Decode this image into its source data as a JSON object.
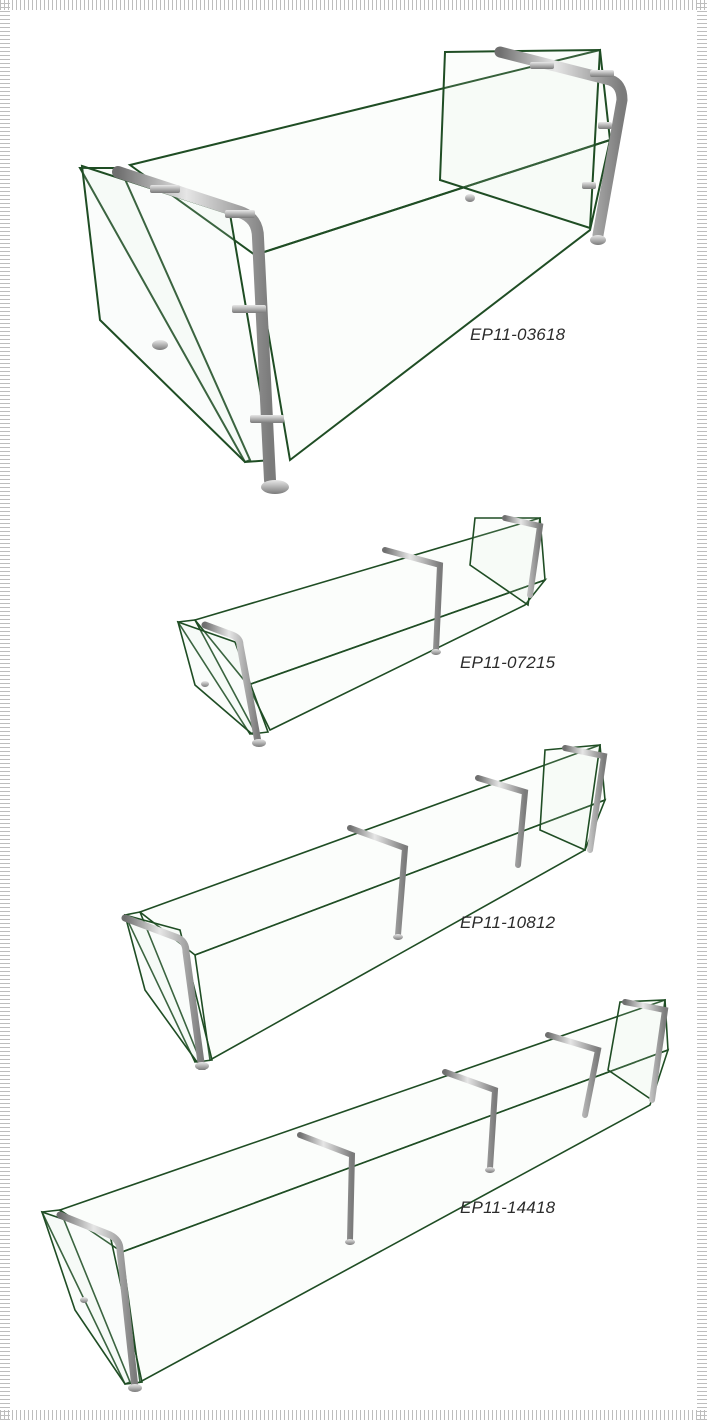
{
  "products": [
    {
      "code": "EP11-03618"
    },
    {
      "code": "EP11-07215"
    },
    {
      "code": "EP11-10812"
    },
    {
      "code": "EP11-14418"
    }
  ]
}
